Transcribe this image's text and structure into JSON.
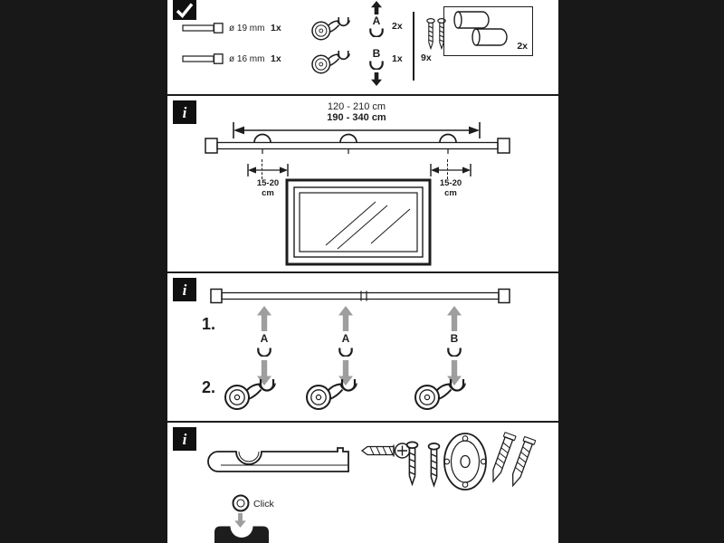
{
  "theme": {
    "canvas_bg": "#181818",
    "paper_bg": "#ffffff",
    "ink": "#1d1d1d",
    "arrow_gray": "#9e9e9e",
    "badge_bg": "#101010",
    "badge_fg": "#ffffff"
  },
  "icons": {
    "check": {
      "name": "check-icon"
    },
    "info": {
      "name": "info-icon",
      "glyph": "i"
    }
  },
  "parts_list": {
    "rod1": {
      "label": "ø 19 mm",
      "qty": "1x"
    },
    "rod2": {
      "label": "ø 16 mm",
      "qty": "1x"
    },
    "bracket_a": {
      "label": "A",
      "qty": "2x"
    },
    "bracket_b": {
      "label": "B",
      "qty": "1x"
    },
    "screws_qty": "9x",
    "endcaps_qty": "2x"
  },
  "dimensions": {
    "range_small": "120 - 210 cm",
    "range_large": "190 - 340 cm",
    "wall_offset_left": {
      "value": "15-20",
      "unit": "cm"
    },
    "wall_offset_right": {
      "value": "15-20",
      "unit": "cm"
    }
  },
  "steps": {
    "one": "1.",
    "two": "2.",
    "labels": [
      "A",
      "A",
      "B"
    ]
  },
  "mounting": {
    "click_label": "Click"
  }
}
